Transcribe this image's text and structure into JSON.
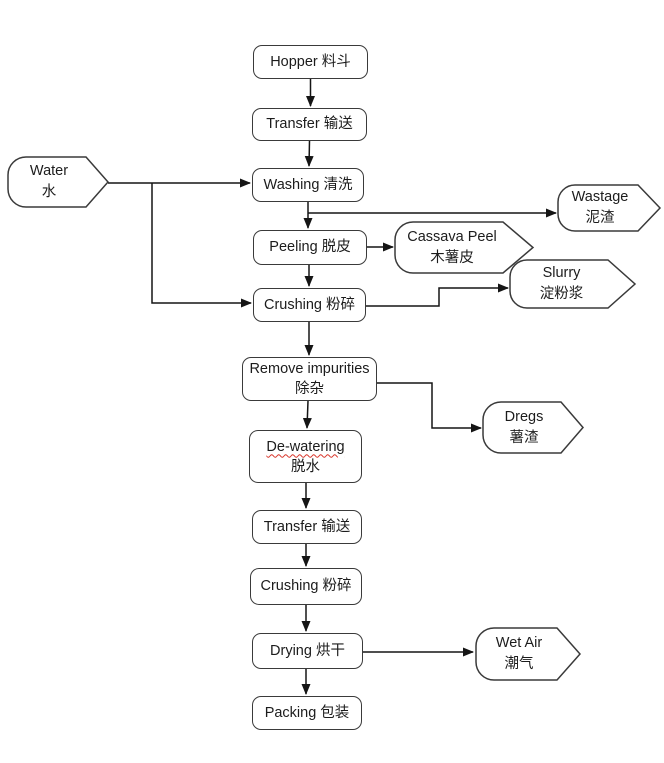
{
  "diagram_type": "flowchart",
  "subject": "Cassava starch processing flow",
  "nodes": {
    "hopper": {
      "label": "Hopper 料斗"
    },
    "transfer1": {
      "label": "Transfer 输送"
    },
    "washing": {
      "label": "Washing 清洗"
    },
    "peeling": {
      "label": "Peeling 脱皮"
    },
    "crushing1": {
      "label": "Crushing 粉碎"
    },
    "remove_impurities": {
      "en": "Remove impurities",
      "zh": "除杂"
    },
    "dewatering": {
      "en": "De-watering",
      "zh": "脱水",
      "spellcheck_underline": true
    },
    "transfer2": {
      "label": "Transfer 输送"
    },
    "crushing2": {
      "label": "Crushing 粉碎"
    },
    "drying": {
      "label": "Drying 烘干"
    },
    "packing": {
      "label": "Packing 包装"
    }
  },
  "io_nodes": {
    "water": {
      "en": "Water",
      "zh": "水"
    },
    "wastage": {
      "en": "Wastage",
      "zh": "泥渣"
    },
    "cassava_peel": {
      "en": "Cassava Peel",
      "zh": "木薯皮"
    },
    "slurry": {
      "en": "Slurry",
      "zh": "淀粉浆"
    },
    "dregs": {
      "en": "Dregs",
      "zh": "薯渣"
    },
    "wet_air": {
      "en": "Wet Air",
      "zh": "潮气"
    }
  },
  "flow": [
    {
      "from": "hopper",
      "to": "transfer1"
    },
    {
      "from": "transfer1",
      "to": "washing"
    },
    {
      "from": "water",
      "to": "washing"
    },
    {
      "from": "water",
      "to": "crushing1"
    },
    {
      "from": "washing",
      "to": "peeling"
    },
    {
      "from": "washing",
      "to": "wastage"
    },
    {
      "from": "peeling",
      "to": "cassava_peel"
    },
    {
      "from": "peeling",
      "to": "crushing1"
    },
    {
      "from": "crushing1",
      "to": "slurry"
    },
    {
      "from": "crushing1",
      "to": "remove_impurities"
    },
    {
      "from": "remove_impurities",
      "to": "dregs"
    },
    {
      "from": "remove_impurities",
      "to": "dewatering"
    },
    {
      "from": "dewatering",
      "to": "transfer2"
    },
    {
      "from": "transfer2",
      "to": "crushing2"
    },
    {
      "from": "crushing2",
      "to": "drying"
    },
    {
      "from": "drying",
      "to": "wet_air"
    },
    {
      "from": "drying",
      "to": "packing"
    }
  ],
  "colors": {
    "shape_border": "#3a3a3a",
    "connector": "#151515",
    "text": "#1c1c1c",
    "spellcheck_squiggle": "#d8352a",
    "background": "#ffffff"
  }
}
